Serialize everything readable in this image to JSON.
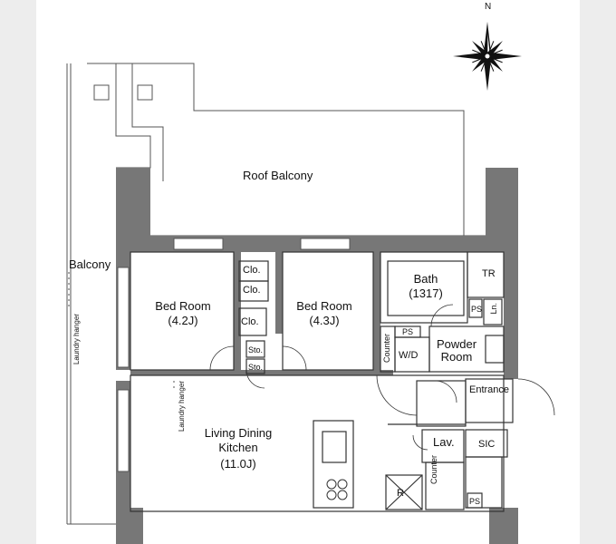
{
  "compass": {
    "north_label": "N"
  },
  "rooms": {
    "roof_balcony": "Roof Balcony",
    "balcony": "Balcony",
    "bed_room_1": {
      "name": "Bed Room",
      "size": "(4.2J)"
    },
    "bed_room_2": {
      "name": "Bed Room",
      "size": "(4.3J)"
    },
    "bath": {
      "name": "Bath",
      "size": "(1317)"
    },
    "tr": "TR",
    "powder_room": {
      "line1": "Powder",
      "line2": "Room"
    },
    "wd": "W/D",
    "counter_1": "Counter",
    "counter_2": "Counter",
    "ps_1": "PS",
    "ps_2": "PS",
    "ps_3": "PS",
    "ln": "Ln.",
    "living": {
      "line1": "Living Dining",
      "line2": "Kitchen",
      "size": "(11.0J)"
    },
    "entrance": "Entrance",
    "lav": "Lav.",
    "sic": "SIC",
    "refrigerator": "R",
    "clo_1": "Clo.",
    "clo_2": "Clo.",
    "clo_3": "Clo.",
    "sto_1": "Sto.",
    "sto_2": "Sto.",
    "laundry_1": "Laundry hanger",
    "laundry_2": "Laundry hanger"
  }
}
